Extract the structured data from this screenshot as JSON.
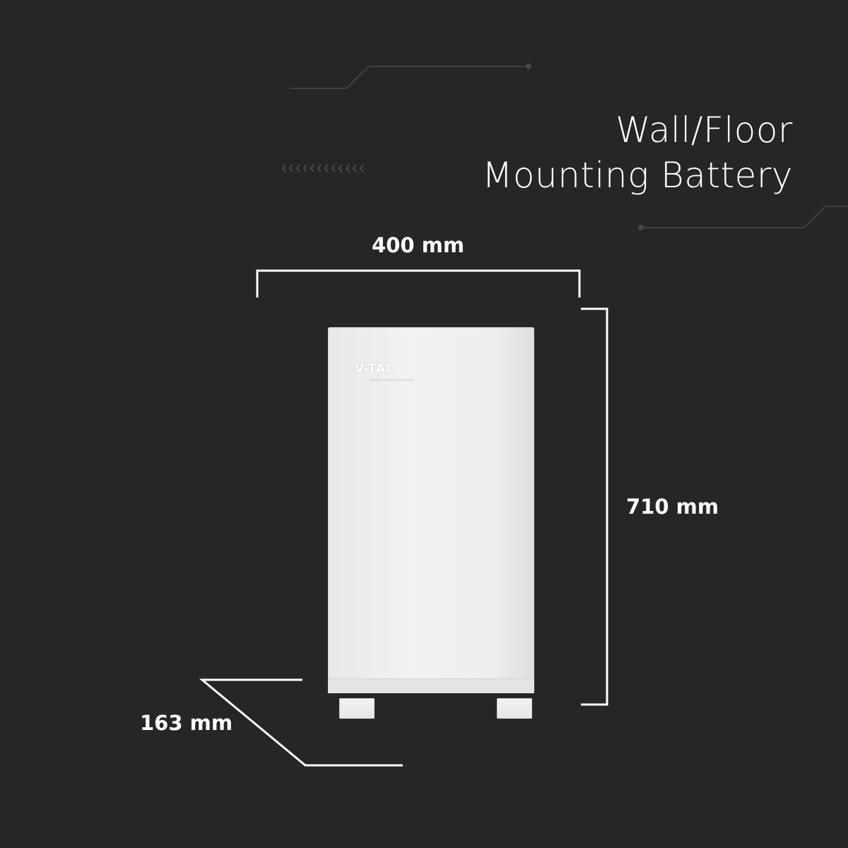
{
  "title": {
    "line1": "Wall/Floor",
    "line2": "Mounting Battery"
  },
  "dimensions": {
    "width": "400 mm",
    "height": "710 mm",
    "depth": "163 mm"
  },
  "product": {
    "brand": "V-TAC",
    "tagline": "Illuminating Innovation"
  },
  "colors": {
    "background": "#262626",
    "text": "#ffffff",
    "battery_body": "#eceeef"
  }
}
